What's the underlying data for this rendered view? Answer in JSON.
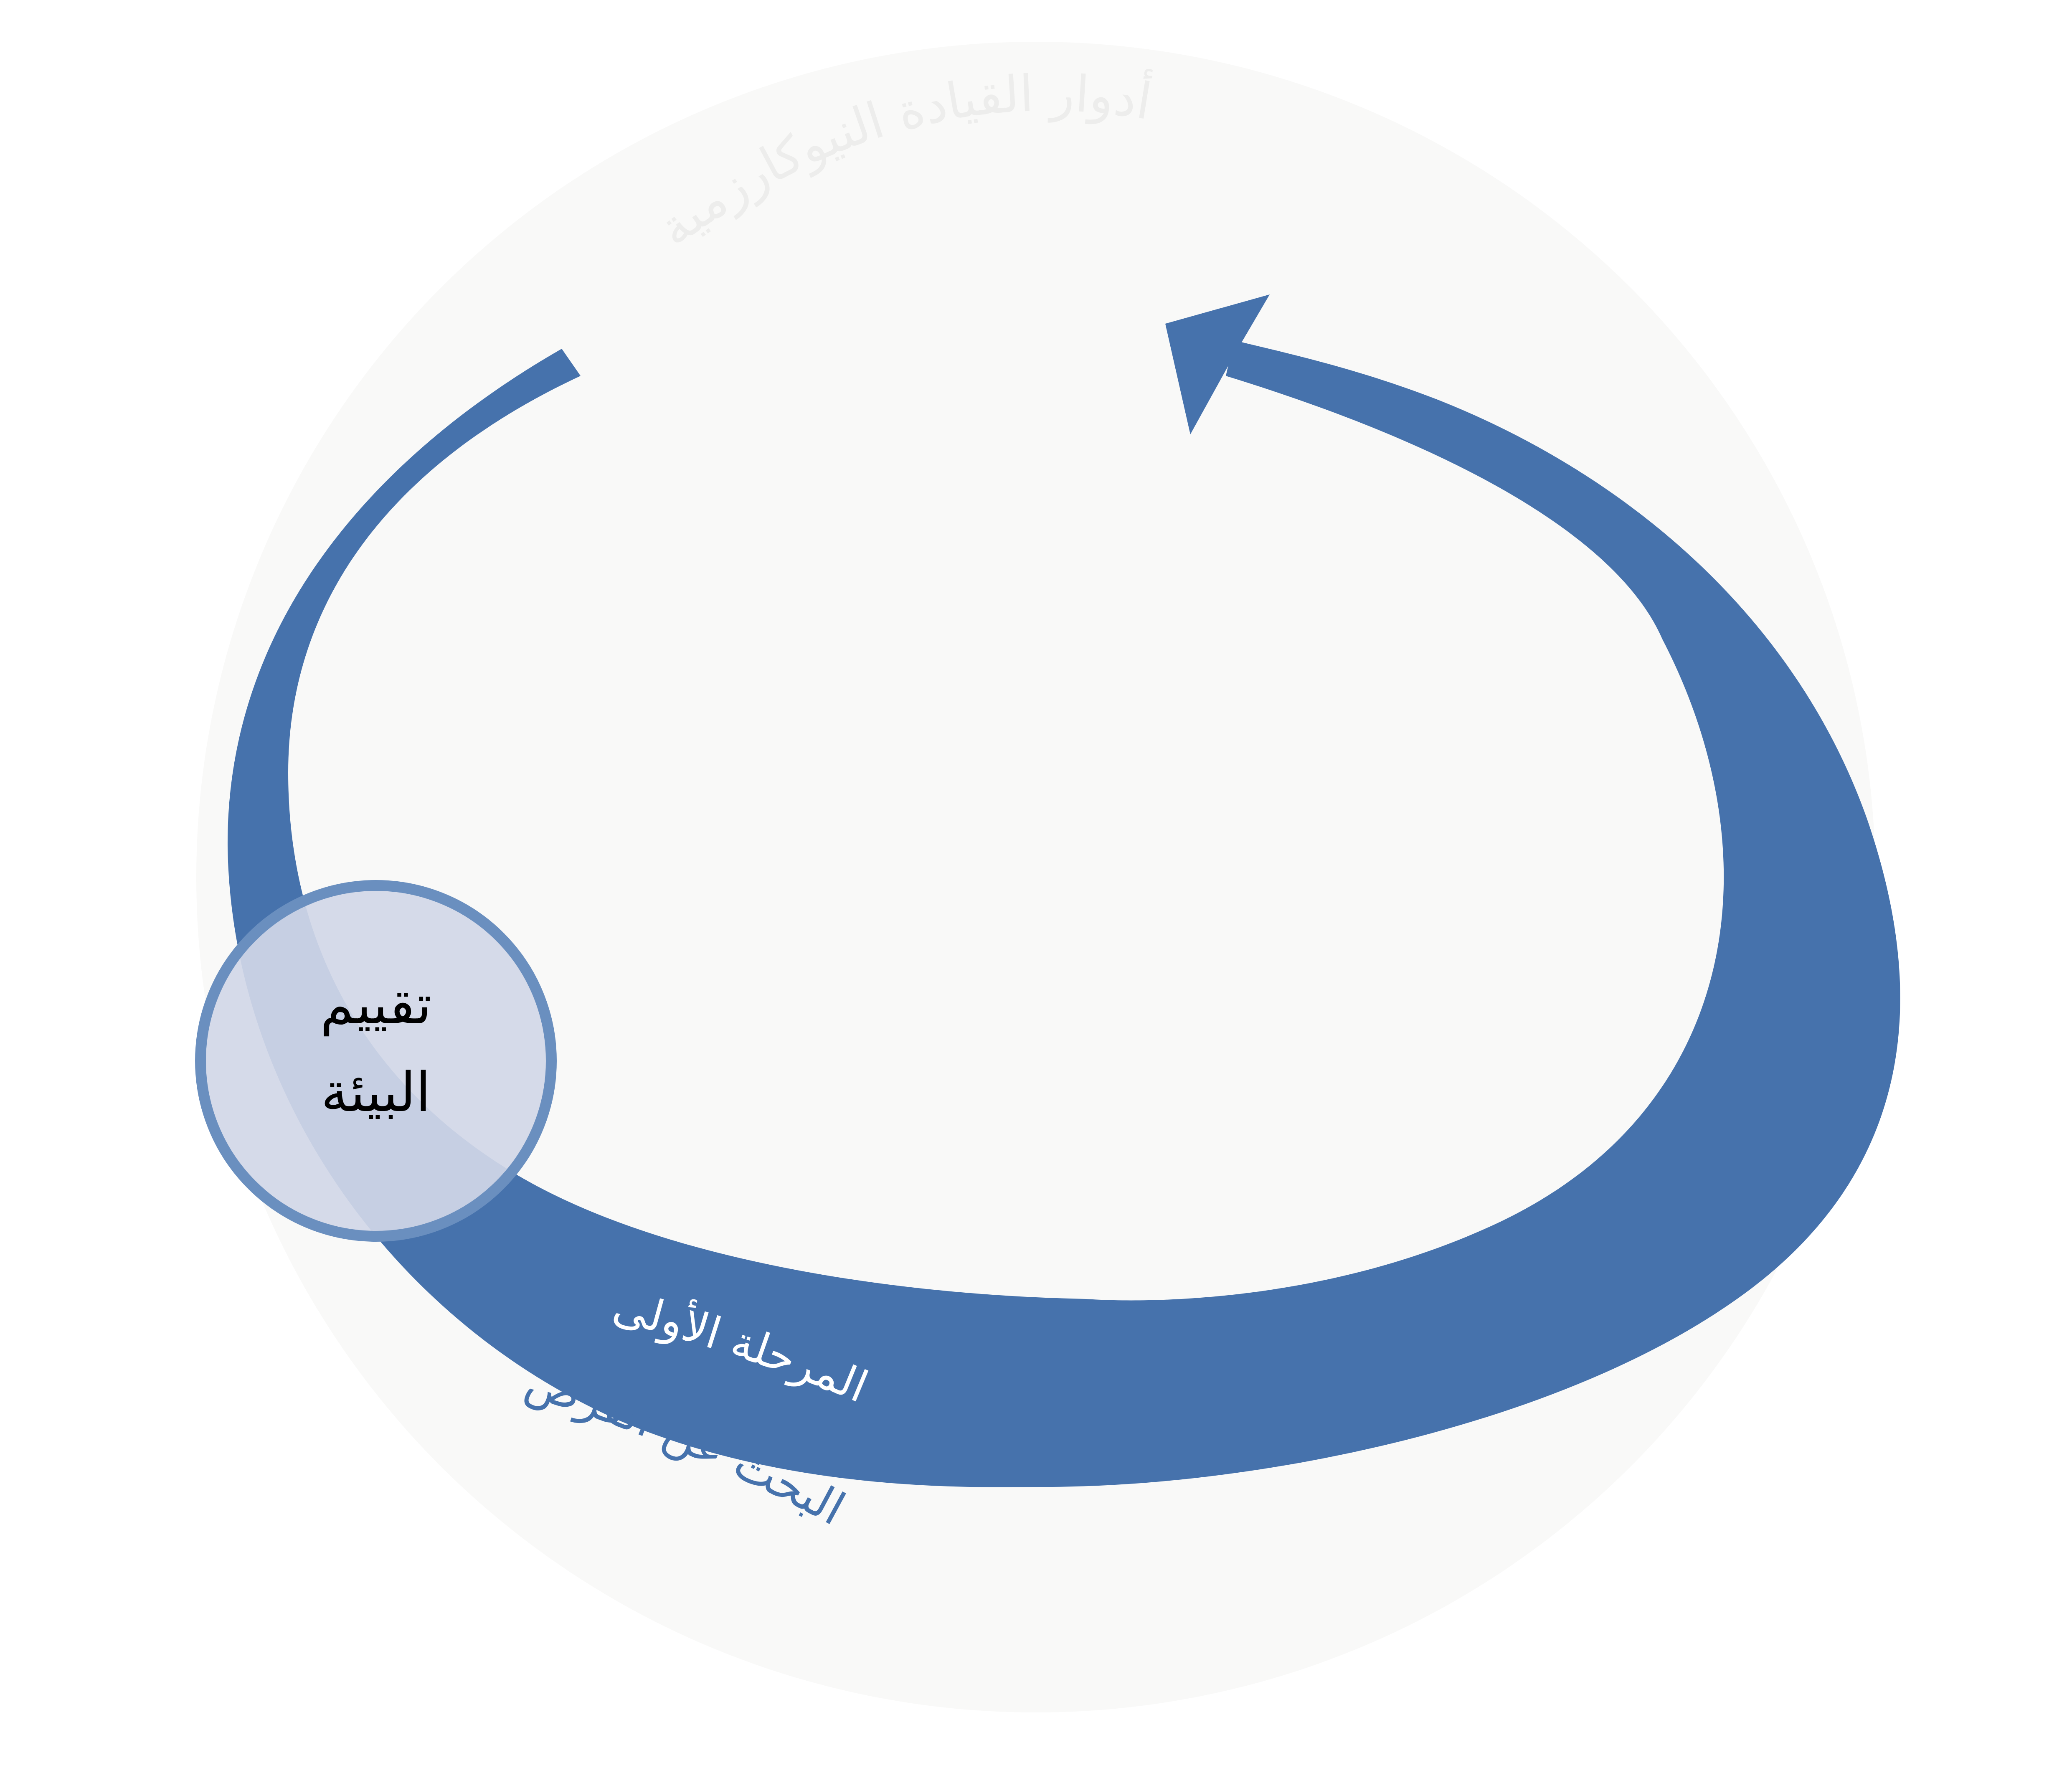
{
  "diagram": {
    "background_title": "أدوار القيادة  النيوكارزمية",
    "node": {
      "line1": "تقييم",
      "line2": "البيئة"
    },
    "phase_label": "المرحلة الأولى",
    "phase_subtitle": "البحث عن الفرص",
    "colors": {
      "arrow": "#4672AC",
      "background_circle": "#F9F9F8",
      "node_fill": "#D1D7E7",
      "node_stroke": "#6A8FBF",
      "title_text": "#EDEDEC",
      "phase_label_text": "#FFFFFF",
      "phase_subtitle_text": "#4672AC",
      "node_text": "#000000"
    }
  }
}
